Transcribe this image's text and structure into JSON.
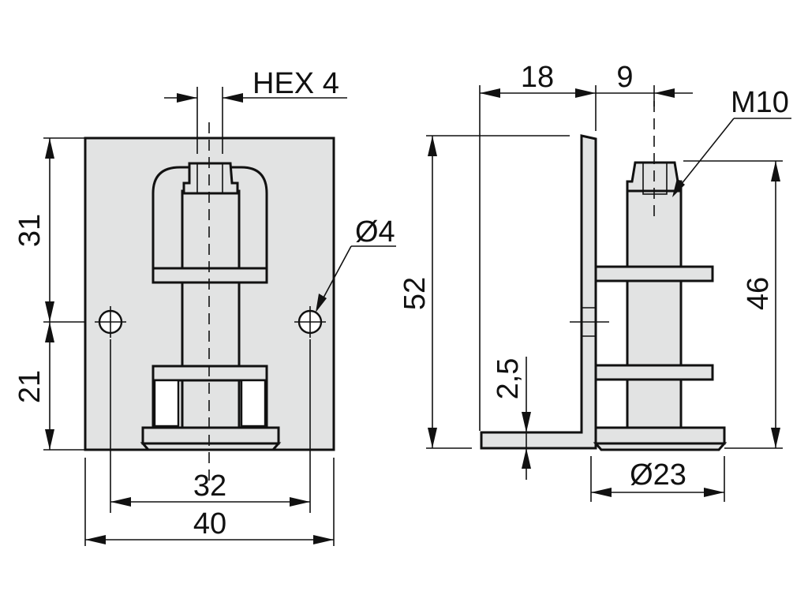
{
  "diagram": {
    "labels": {
      "hex": "HEX 4",
      "hole_diameter": "Ø4",
      "dim_31": "31",
      "dim_21": "21",
      "dim_32": "32",
      "dim_40": "40",
      "dim_18": "18",
      "dim_9": "9",
      "thread": "M10",
      "dim_52": "52",
      "dim_46": "46",
      "dim_2_5": "2,5",
      "base_diameter": "Ø23"
    }
  }
}
